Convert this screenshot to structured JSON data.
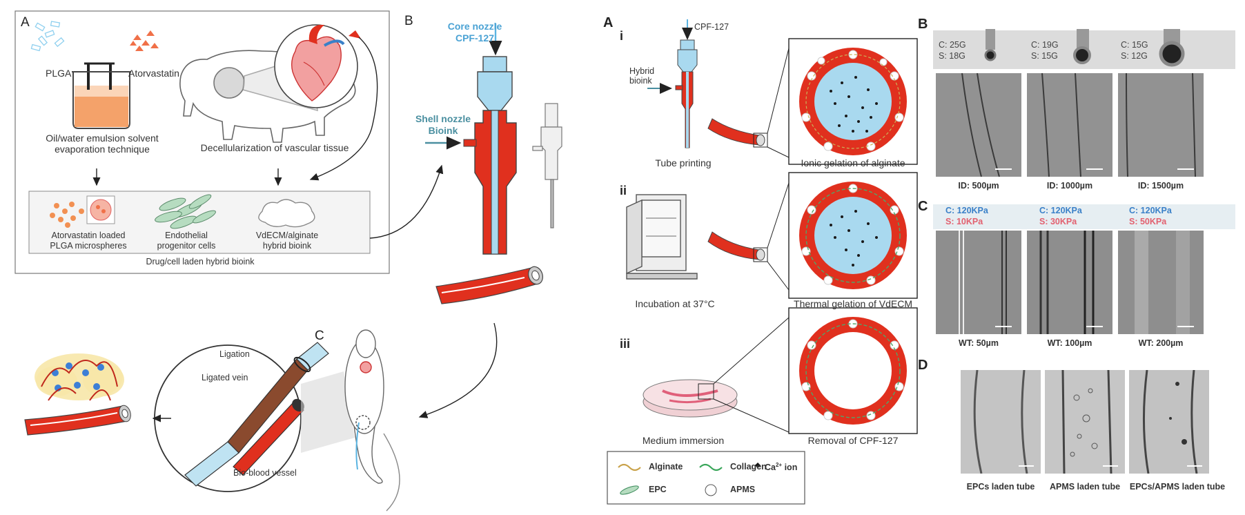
{
  "left_figure": {
    "panel_a": {
      "letter": "A",
      "plga": "PLGA",
      "atorvastatin": "Atorvastatin",
      "emulsion_line1": "Oil/water emulsion solvent",
      "emulsion_line2": "evaporation technique",
      "decell": "Decellularization of vascular tissue",
      "micro_line1": "Atorvastatin loaded",
      "micro_line2": "PLGA microspheres",
      "epc_line1": "Endothelial",
      "epc_line2": "progenitor cells",
      "bioink_line1": "VdECM/alginate",
      "bioink_line2": "hybrid bioink",
      "caption": "Drug/cell laden hybrid bioink"
    },
    "panel_b": {
      "letter": "B",
      "core_line1": "Core nozzle",
      "core_line2": "CPF-127",
      "shell_line1": "Shell nozzle",
      "shell_line2": "Bioink"
    },
    "panel_c": {
      "letter": "C",
      "ligation": "Ligation",
      "ligated_vein": "Ligated vein",
      "bio_blood": "Bio-blood vessel"
    }
  },
  "right_figure": {
    "panel_a": {
      "letter": "A",
      "steps": [
        {
          "roman": "i",
          "left_caption": "Tube printing",
          "right_caption": "Ionic gelation of alginate"
        },
        {
          "roman": "ii",
          "left_caption": "Incubation at 37°C",
          "right_caption": "Thermal gelation of VdECM"
        },
        {
          "roman": "iii",
          "left_caption": "Medium immersion",
          "right_caption": "Removal of CPF-127"
        }
      ],
      "cpf": "CPF-127",
      "hybrid_line1": "Hybrid",
      "hybrid_line2": "bioink",
      "legend": {
        "alginate": "Alginate",
        "collagen": "Collagen",
        "ca_ion": "Ca",
        "ca_sup": "2+",
        "ca_suffix": " ion",
        "epc": "EPC",
        "apms": "APMS"
      }
    },
    "panel_b": {
      "letter": "B",
      "nozzles": [
        {
          "c": "C: 25G",
          "s": "S: 18G"
        },
        {
          "c": "C: 19G",
          "s": "S: 15G"
        },
        {
          "c": "C: 15G",
          "s": "S: 12G"
        }
      ],
      "images": [
        "ID: 500µm",
        "ID: 1000µm",
        "ID: 1500µm"
      ]
    },
    "panel_c": {
      "letter": "C",
      "headers": [
        {
          "c": "C: 120KPa",
          "s": "S: 10KPa"
        },
        {
          "c": "C: 120KPa",
          "s": "S: 30KPa"
        },
        {
          "c": "C: 120KPa",
          "s": "S: 50KPa"
        }
      ],
      "images": [
        "WT: 50µm",
        "WT: 100µm",
        "WT: 200µm"
      ]
    },
    "panel_d": {
      "letter": "D",
      "images": [
        "EPCs laden tube",
        "APMS laden tube",
        "EPCs/APMS laden tube"
      ]
    }
  },
  "colors": {
    "vessel_red": "#e0301e",
    "core_blue": "#a9d9ef",
    "arrow_blue": "#5ab4e2",
    "brown_vein": "#8a4a2e"
  }
}
